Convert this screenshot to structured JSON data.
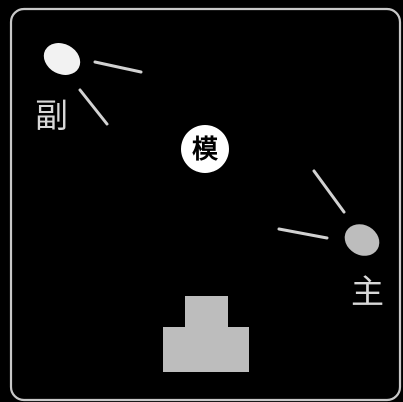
{
  "diagram": {
    "fill_light_label": "副",
    "key_light_label": "主",
    "model_label": "模"
  },
  "colors": {
    "background": "#000000",
    "frame": "#c8c8c8",
    "fill_light": "#f2f2f2",
    "key_light": "#bdbdbd",
    "rays": "#d2d2d2",
    "model_badge": "#ffffff",
    "camera": "#bdbdbd"
  }
}
